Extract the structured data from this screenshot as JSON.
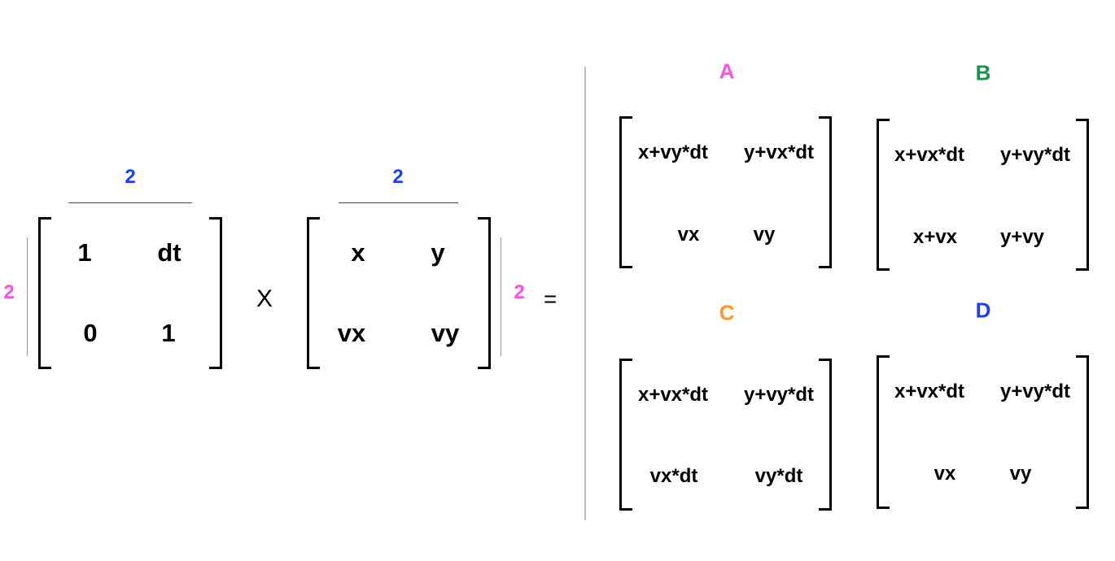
{
  "colors": {
    "pink": "#ff4fe6",
    "blue": "#1a3dff",
    "green": "#18904f",
    "orange": "#ff9728",
    "divider": "#bbbbbb"
  },
  "left_matrix": {
    "entries": [
      "1",
      "dt",
      "0",
      "1"
    ],
    "cols_dim": "2",
    "rows_dim": "2"
  },
  "operator": "X",
  "right_matrix": {
    "entries": [
      "x",
      "y",
      "vx",
      "vy"
    ],
    "cols_dim": "2",
    "rows_dim": "2"
  },
  "equals": "=",
  "options": [
    {
      "label": "A",
      "entries": [
        "x+vy*dt",
        "y+vx*dt",
        "vx",
        "vy"
      ]
    },
    {
      "label": "B",
      "entries": [
        "x+vx*dt",
        "y+vy*dt",
        "x+vx",
        "y+vy"
      ]
    },
    {
      "label": "C",
      "entries": [
        "x+vx*dt",
        "y+vy*dt",
        "vx*dt",
        "vy*dt"
      ]
    },
    {
      "label": "D",
      "entries": [
        "x+vx*dt",
        "y+vy*dt",
        "vx",
        "vy"
      ]
    }
  ]
}
